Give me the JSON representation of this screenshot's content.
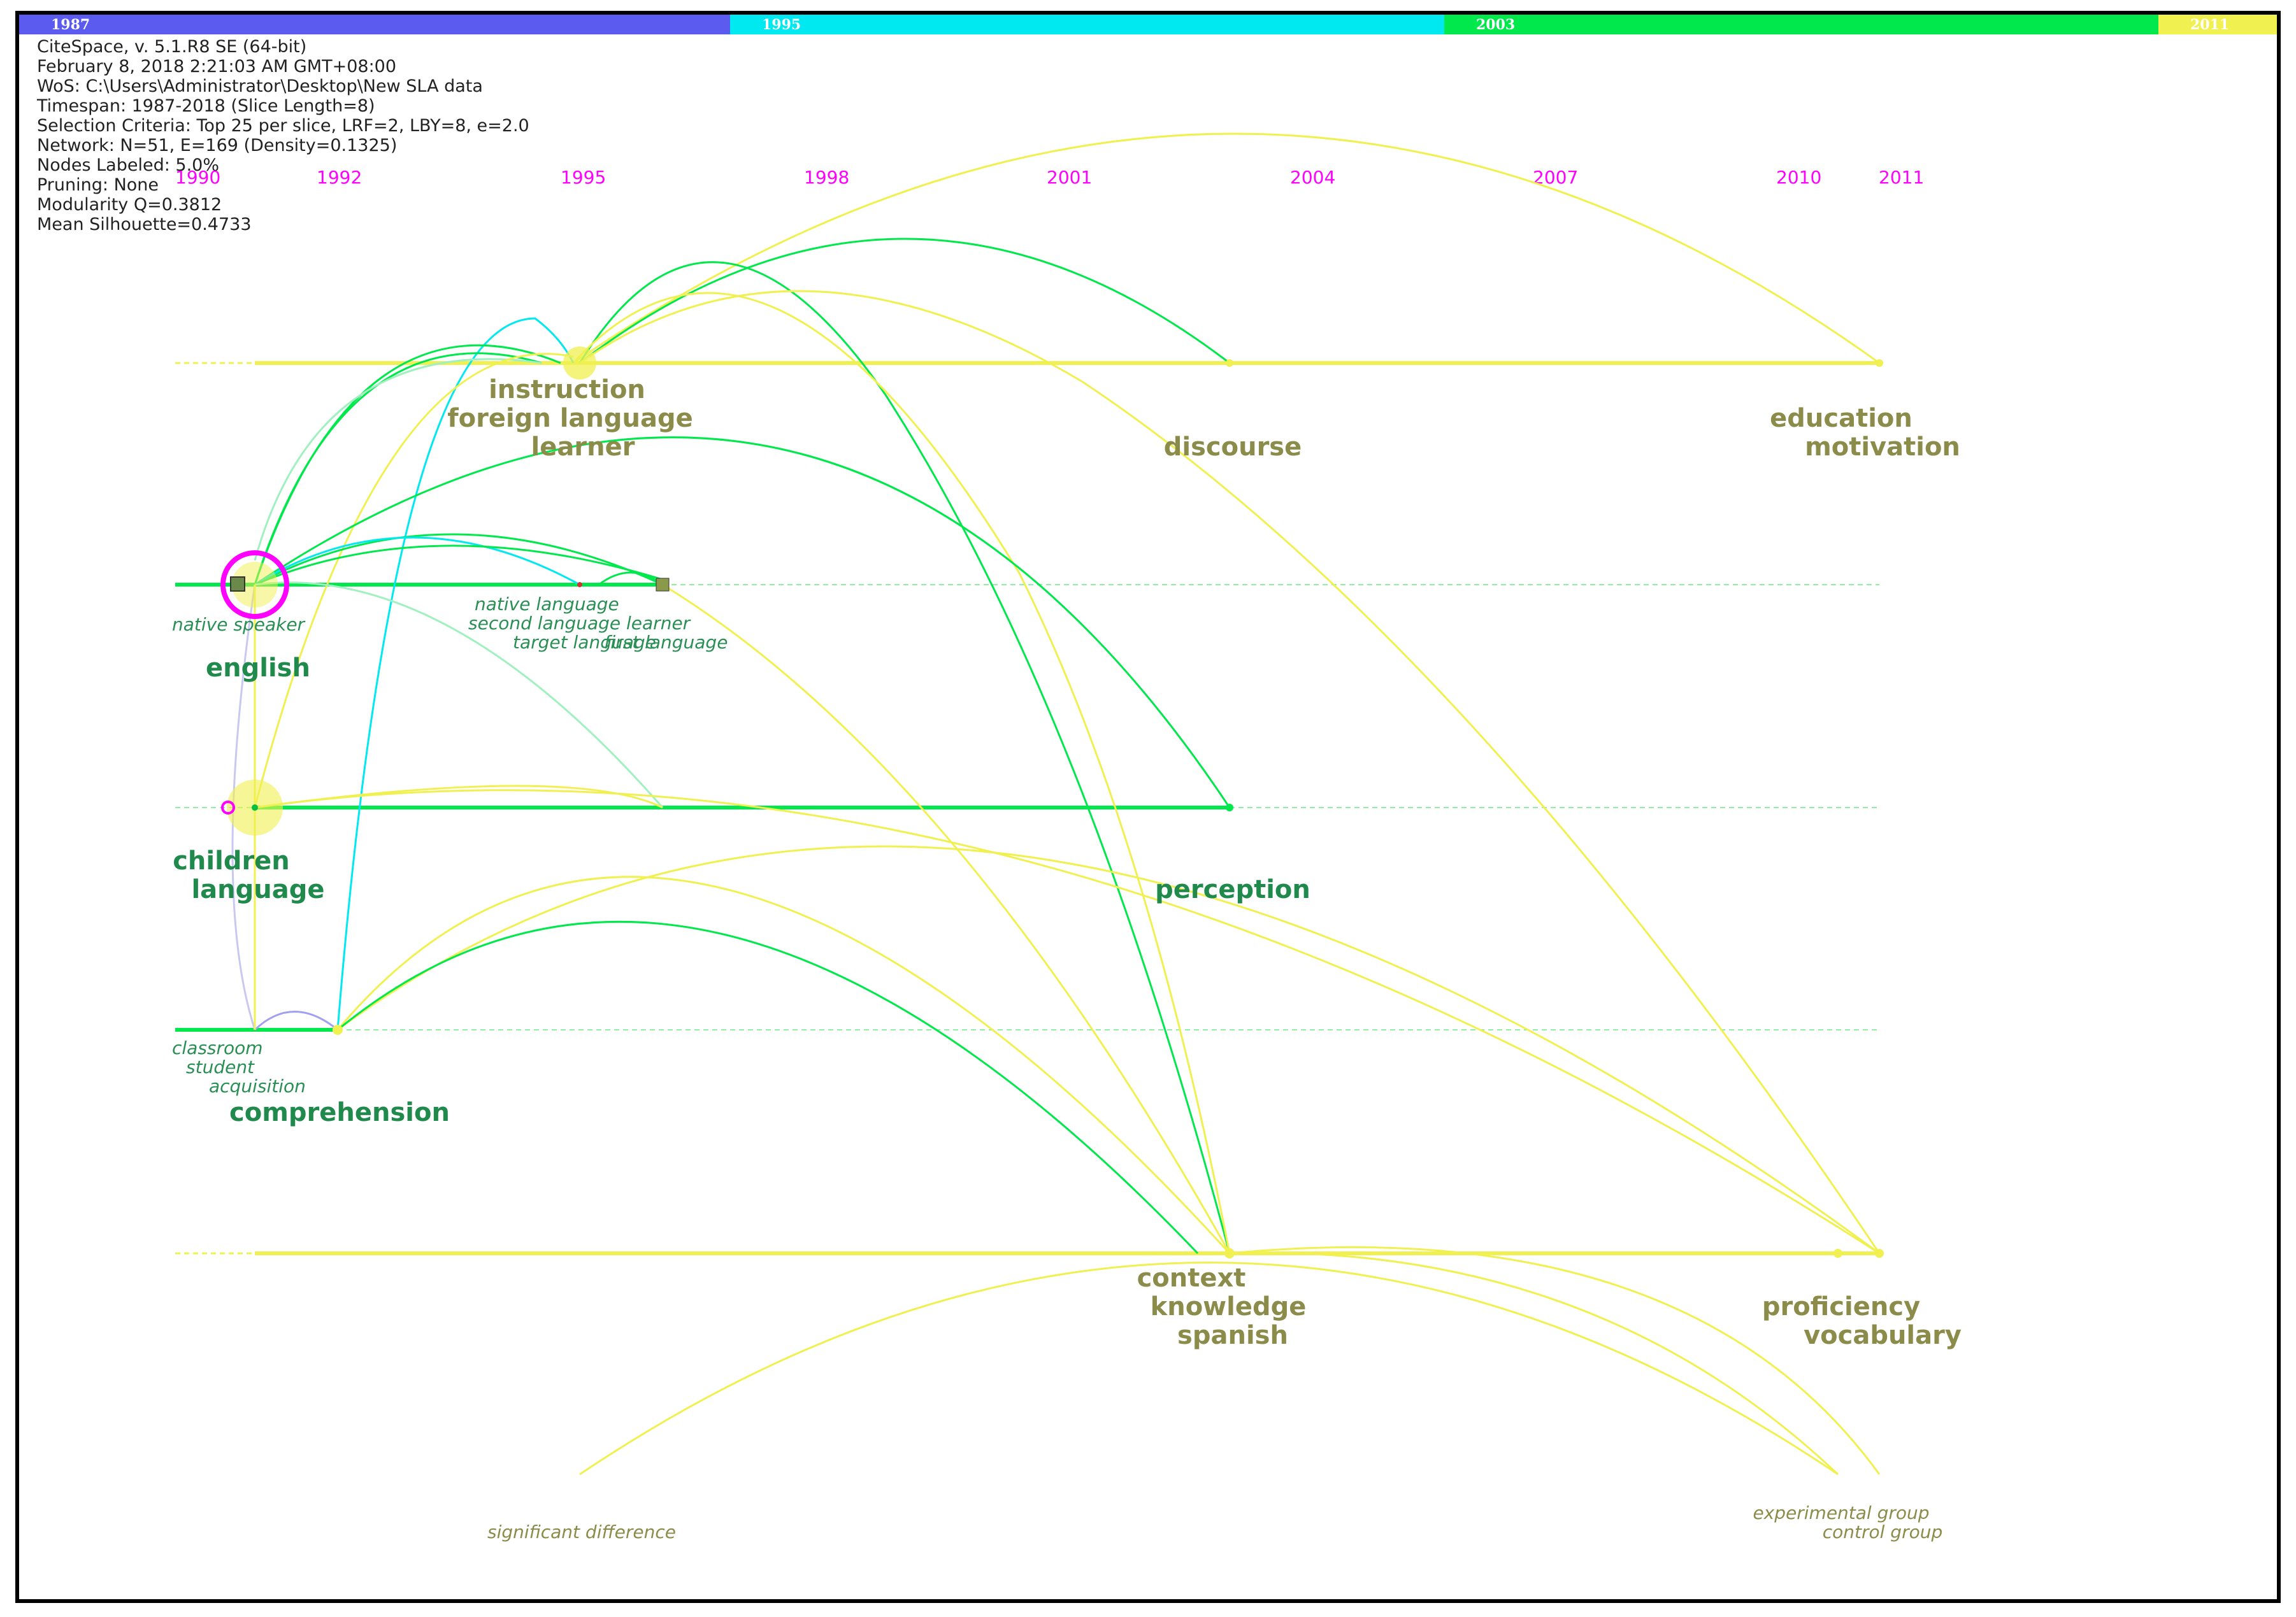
{
  "timebar": [
    {
      "label": "1987",
      "color": "#5b5bf0"
    },
    {
      "label": "1995",
      "color": "#00e8f0"
    },
    {
      "label": "2003",
      "color": "#00e84c"
    },
    {
      "label": "2011",
      "color": "#f0f050"
    }
  ],
  "info": {
    "line1": "CiteSpace, v. 5.1.R8 SE (64-bit)",
    "line2": "February 8, 2018 2:21:03 AM GMT+08:00",
    "line3": "WoS: C:\\Users\\Administrator\\Desktop\\New SLA data",
    "line4": "Timespan: 1987-2018 (Slice Length=8)",
    "line5": "Selection Criteria: Top 25 per slice, LRF=2, LBY=8, e=2.0",
    "line6": "Network: N=51, E=169 (Density=0.1325)",
    "line7": "Nodes Labeled: 5.0%",
    "line8": "Pruning: None",
    "line9": "Modularity Q=0.3812",
    "line10": "Mean Silhouette=0.4733"
  },
  "years": [
    "1990",
    "1992",
    "1995",
    "1998",
    "2001",
    "2004",
    "2007",
    "2010",
    "2011"
  ],
  "clusters": {
    "c1": {
      "l1": "instruction",
      "l2": "foreign language",
      "l3": "learner",
      "mid": "discourse",
      "r1": "education",
      "r2": "motivation"
    },
    "c2": {
      "main": "english",
      "s1": "native speaker",
      "s2": "native language",
      "s3": "second language learner",
      "s4": "target language",
      "s5": "first language"
    },
    "c3": {
      "l1": "children",
      "l2": "language",
      "mid": "perception"
    },
    "c4": {
      "main": "comprehension",
      "s1": "classroom",
      "s2": "student",
      "s3": "acquisition"
    },
    "c5": {
      "l1": "context",
      "l2": "knowledge",
      "l3": "spanish",
      "r1": "proficiency",
      "r2": "vocabulary",
      "s1": "significant difference",
      "s2": "experimental group",
      "s3": "control group"
    }
  },
  "colors": {
    "yellow": "#f0f050",
    "green": "#00e84c",
    "cyan": "#00e8f0",
    "magenta": "#ff00ff",
    "lavender": "#a0a0f0"
  }
}
